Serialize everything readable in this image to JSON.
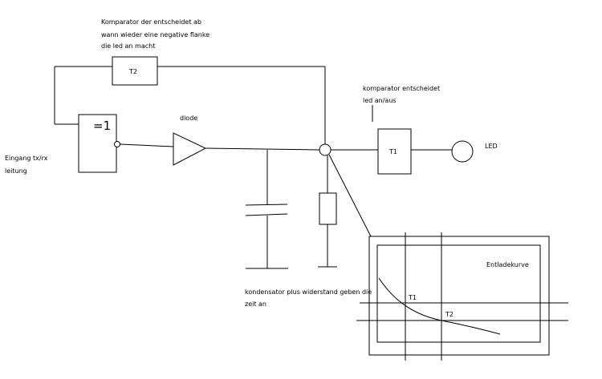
{
  "labels": {
    "comparator_t2_line1": "Komparator der entscheidet ab",
    "comparator_t2_line2": "wann wieder eine negative flanke",
    "comparator_t2_line3": "die led an macht",
    "t2_box": "T2",
    "gate_symbol": "=1",
    "diode": "diode",
    "input_line1": "Eingang tx/rx",
    "input_line2": "leitung",
    "comparator_t1_line1": "komparator entscheidet",
    "comparator_t1_line2": "led an/aus",
    "t1_box": "T1",
    "led": "LED",
    "rc_note_line1": "kondensator plus widerstand geben die",
    "rc_note_line2": "zeit an",
    "graph_title": "Entladekurve",
    "graph_t1": "T1",
    "graph_t2": "T2"
  }
}
